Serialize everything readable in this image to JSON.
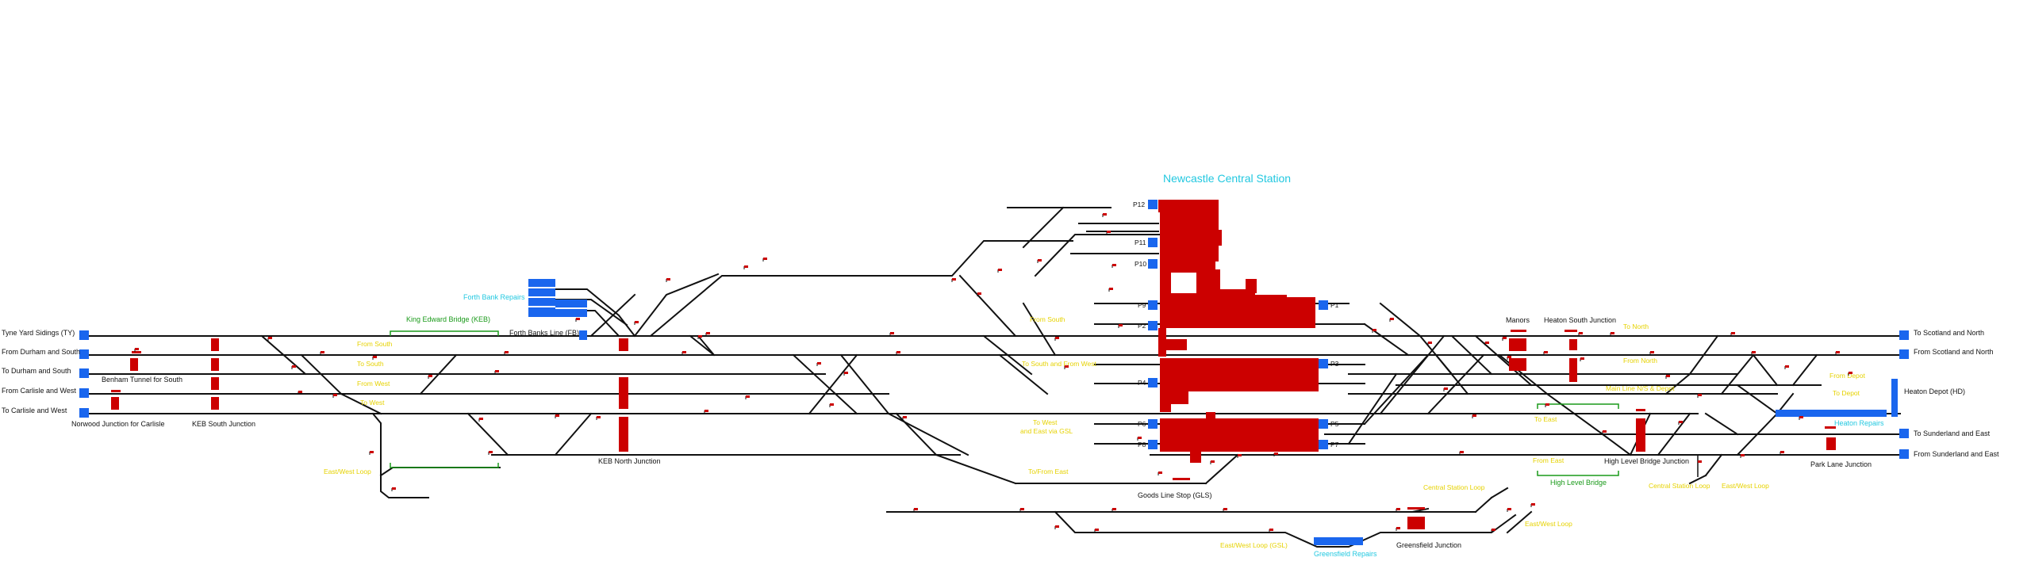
{
  "colors": {
    "track": "#111111",
    "occupied": "#cc0000",
    "endpoint": "#1a66ee",
    "yellow_label": "#e6d200",
    "cyan_label": "#22c8e0",
    "green_label": "#1a9a1a"
  },
  "station_title": "Newcastle Central Station",
  "left_endpoints": [
    "Tyne Yard Sidings (TY)",
    "From Durham and South",
    "To Durham and South",
    "From Carlisle and West",
    "To Carlisle and West"
  ],
  "right_endpoints": [
    "To Scotland and North",
    "From Scotland and North",
    "Heaton Depot (HD)",
    "To Sunderland and East",
    "From Sunderland and East"
  ],
  "platforms": {
    "p12": "P12",
    "p11": "P11",
    "p10": "P10",
    "p9": "P9",
    "p2": "P2",
    "p4": "P4",
    "p6": "P6",
    "p8": "P8",
    "p1": "P1",
    "p3": "P3",
    "p5": "P5",
    "p7": "P7"
  },
  "locations": {
    "benham_tunnel": "Benham Tunnel for South",
    "norwood_junction": "Norwood Junction for Carlisle",
    "keb_south_junction": "KEB South Junction",
    "keb_north_junction": "KEB North Junction",
    "king_edward_bridge": "King Edward Bridge (KEB)",
    "forth_banks_line": "Forth Banks Line (FB)",
    "forth_bank_repairs": "Forth Bank Repairs",
    "manors": "Manors",
    "heaton_south_junction": "Heaton South Junction",
    "heaton_repairs": "Heaton Repairs",
    "high_level_bridge_junction": "High Level Bridge Junction",
    "high_level_bridge": "High Level Bridge",
    "park_lane_junction": "Park Lane Junction",
    "goods_line_stop": "Goods Line Stop (GLS)",
    "greensfield_junction": "Greensfield Junction",
    "greensfield_repairs": "Greensfield Repairs"
  },
  "yellow_labels": {
    "from_south_a": "From South",
    "to_south_a": "To South",
    "from_west_a": "From West",
    "to_west_a": "To West",
    "east_west_loop": "East/West Loop",
    "from_south_b": "From South",
    "to_south_and_from_west": "To South and From West",
    "to_west_line1": "To West",
    "to_west_line2": "and East via GSL",
    "to_from_east": "To/From East",
    "to_north": "To North",
    "from_north": "From North",
    "main_line_ns": "Main Line N/S & Depot",
    "to_east": "To East",
    "from_east_a": "From East",
    "from_depot": "From Depot",
    "to_depot": "To Depot",
    "central_station_loop": "Central Station Loop",
    "east_west_loop_b": "East/West Loop",
    "central_station_loop_b": "Central Station Loop",
    "east_west_loop_gsl": "East/West Loop (GSL)",
    "east_west_loop_c": "East/West Loop"
  }
}
